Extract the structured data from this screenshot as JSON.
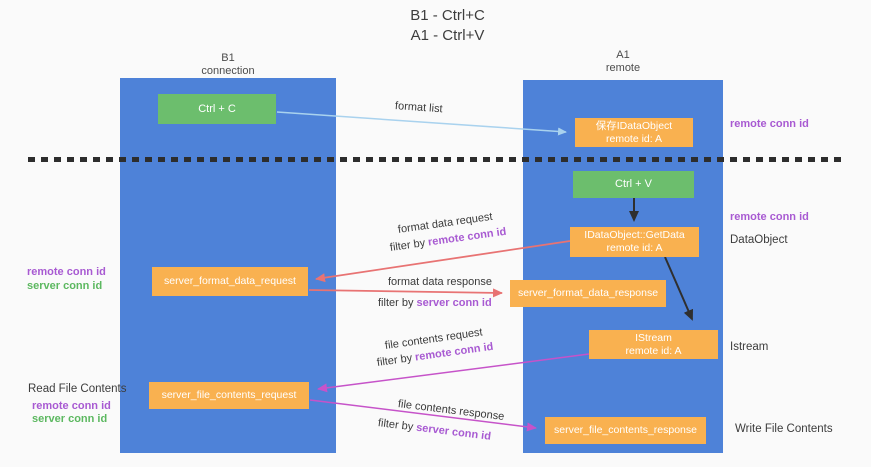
{
  "title": {
    "line1": "B1 - Ctrl+C",
    "line2": "A1 - Ctrl+V"
  },
  "machines": {
    "left": {
      "name": "B1",
      "role": "connection"
    },
    "right": {
      "name": "A1",
      "role": "remote"
    }
  },
  "boxes": {
    "ctrl_c": {
      "label": "Ctrl + C"
    },
    "ctrl_v": {
      "label": "Ctrl + V"
    },
    "save_idataobject": {
      "line1": "保存IDataObject",
      "line2": "remote id: A"
    },
    "getdata": {
      "line1": "IDataObject::GetData",
      "line2": "remote id: A"
    },
    "istream": {
      "line1": "IStream",
      "line2": "remote id: A"
    },
    "server_format_data_request": {
      "label": "server_format_data_request"
    },
    "server_format_data_response": {
      "label": "server_format_data_response"
    },
    "server_file_contents_request": {
      "label": "server_file_contents_request"
    },
    "server_file_contents_response": {
      "label": "server_file_contents_response"
    }
  },
  "arrow_labels": {
    "format_list": "format list",
    "format_data_request": "format data request",
    "format_data_response": "format data response",
    "file_contents_request": "file contents request",
    "file_contents_response": "file contents response",
    "filter_by": "filter by "
  },
  "side_labels": {
    "remote_conn_id": "remote conn id",
    "server_conn_id": "server conn id",
    "dataobject": "DataObject",
    "istream": "Istream",
    "read_file_contents": "Read File Contents",
    "write_file_contents": "Write File Contents"
  },
  "colors": {
    "column_blue": "#4e82d8",
    "box_orange": "#f9b150",
    "box_green": "#6cbe6d",
    "arrow_light_blue": "#a9d2ee",
    "arrow_red": "#e87373",
    "arrow_magenta": "#c653c9",
    "arrow_black": "#2f2f2f",
    "text_purple": "#a85ad2",
    "text_green": "#5cb860",
    "dashed_line": "#2d2d2d"
  }
}
